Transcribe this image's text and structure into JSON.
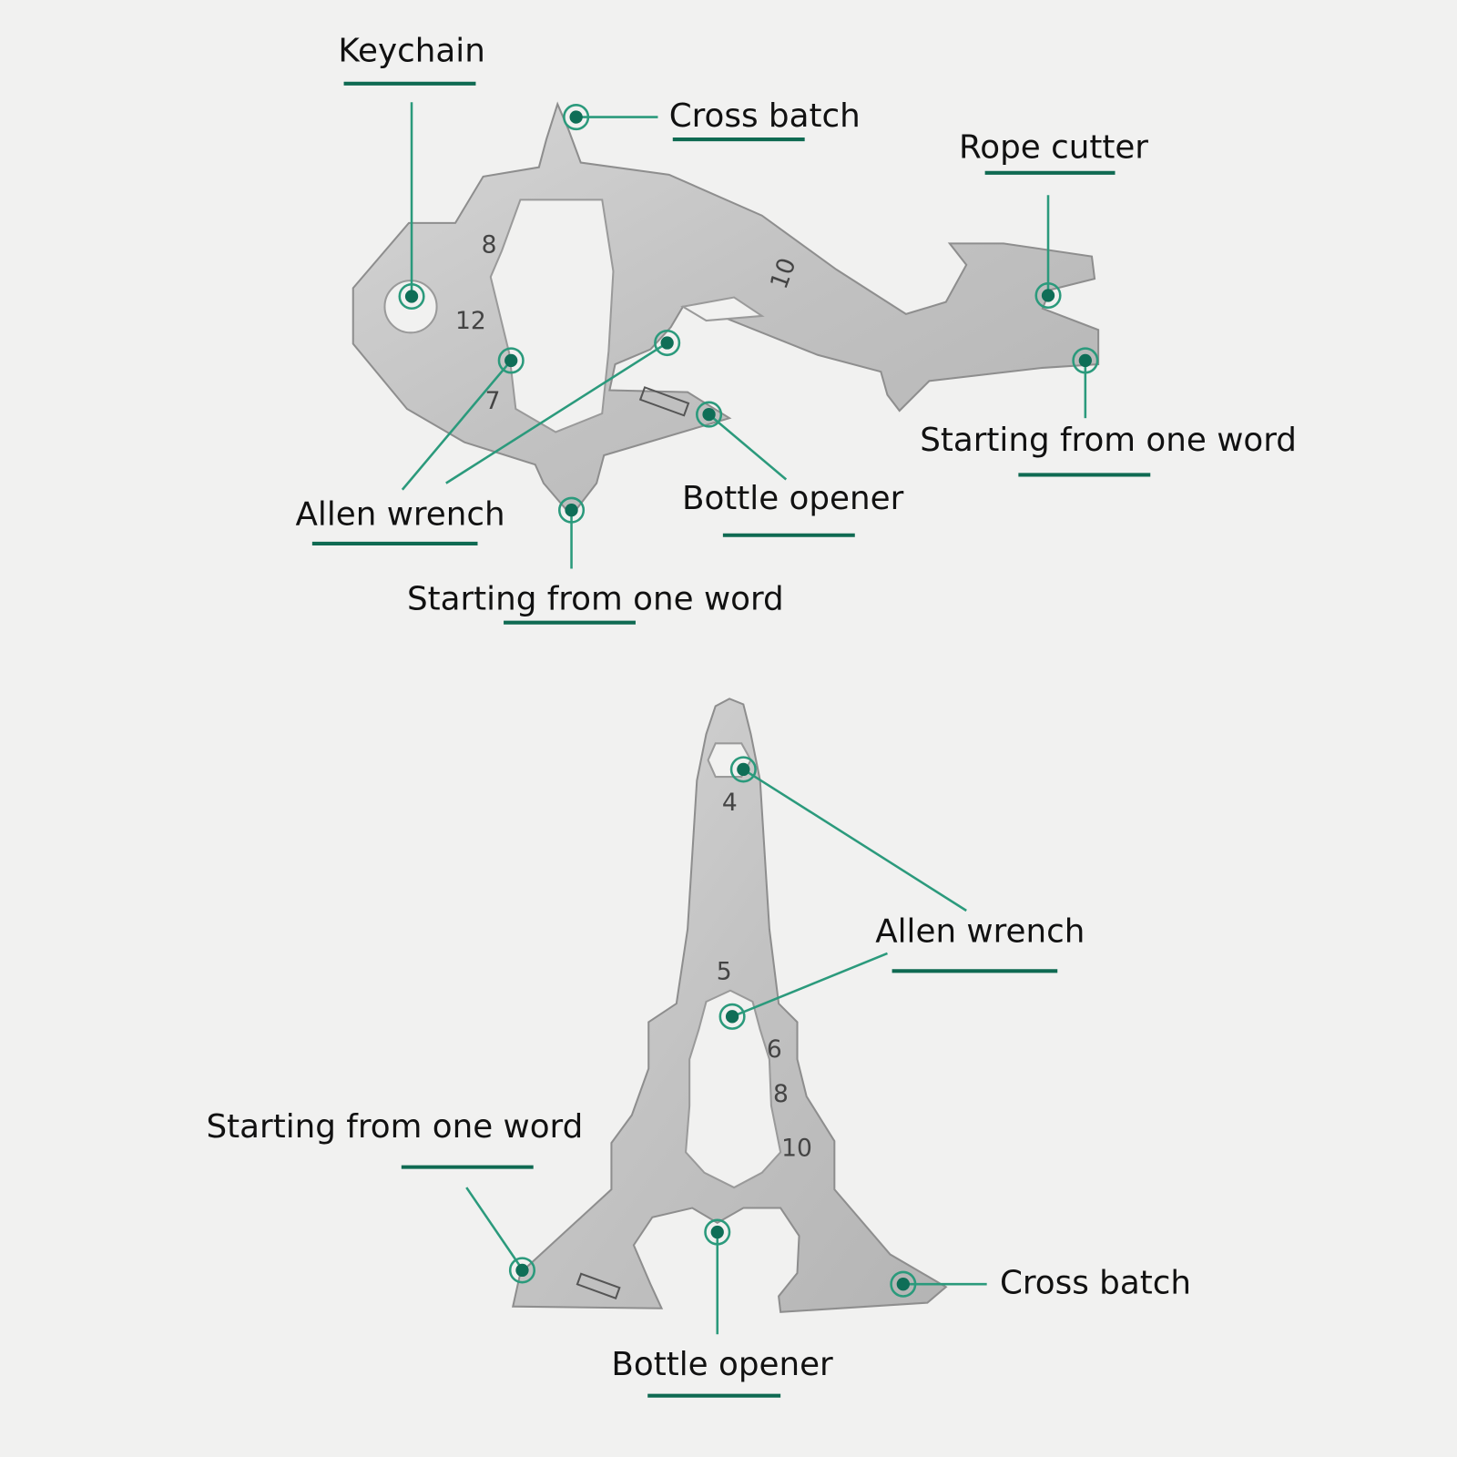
{
  "colors": {
    "accent": "#0f6e57",
    "leader": "#2b9a7c",
    "metal": "#c6c6c6",
    "background": "#f1f1f0"
  },
  "top_tool": {
    "labels": {
      "keychain": "Keychain",
      "cross_batch": "Cross batch",
      "rope_cutter": "Rope cutter",
      "starting_right": "Starting from one word",
      "allen_wrench": "Allen wrench",
      "bottle_opener": "Bottle opener",
      "starting_bottom": "Starting from one word"
    },
    "engravings": [
      "8",
      "12",
      "7",
      "10"
    ]
  },
  "bottom_tool": {
    "labels": {
      "allen_wrench": "Allen wrench",
      "starting_left": "Starting from one word",
      "cross_batch": "Cross batch",
      "bottle_opener": "Bottle opener"
    },
    "engravings": [
      "4",
      "5",
      "6",
      "8",
      "10"
    ]
  }
}
